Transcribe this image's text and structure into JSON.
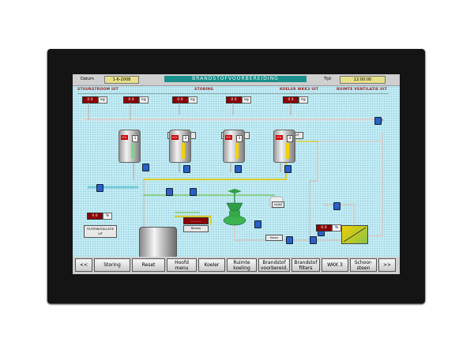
{
  "header": {
    "date_label": "Datum",
    "date_value": "1-6-2008",
    "title": "BRANDSTOFVOORBEREIDING",
    "time_label": "Tijd",
    "time_value": "12:00:00"
  },
  "sections": {
    "left": "STUURSTROOM UIT",
    "middle": "STORING",
    "right1": "KOELER WKK3 UIT",
    "right2": "RUIMTE VENTILATIE UIT"
  },
  "readouts": {
    "r1": {
      "value": "0.0",
      "unit": "kg"
    },
    "r2": {
      "value": "0.0",
      "unit": "kg"
    },
    "r3": {
      "value": "0.0",
      "unit": "kg"
    },
    "r4": {
      "value": "0.0",
      "unit": "kg"
    },
    "r5": {
      "value": "0.0",
      "unit": "kg"
    },
    "left_pct": {
      "value": "0.0",
      "unit": "%"
    },
    "right_pct": {
      "value": "0.0",
      "unit": "%"
    }
  },
  "plant_buttons": {
    "verwarm1": "VERWARM UIT",
    "verwarm2": "VERWARM UIT",
    "verwarm3": "VERWARM UIT",
    "filterinstallatie_line1": "FILTERINSTALLATIE",
    "filterinstallatie_line2": "UIT",
    "niveau": "Niveau",
    "inhibitor": "inhibit",
    "dosering": "Ureum",
    "alarm_strip": "_ _ _ _ _"
  },
  "tanks": [
    {
      "vol": "VOL",
      "number": "1",
      "fill_color": "#77d98a"
    },
    {
      "vol": "VOL",
      "number": "2",
      "fill_color": "#f2d200"
    },
    {
      "vol": "VOL",
      "number": "3",
      "fill_color": "#f2d200"
    },
    {
      "vol": "VOL",
      "number": "4",
      "fill_color": "#f2d200"
    }
  ],
  "nav": {
    "prev": "<<",
    "storing": "Storing",
    "reset": "Reset",
    "hoofdmenu_1": "Hoofd",
    "hoofdmenu_2": "menu",
    "koeler": "Koeler",
    "ruimte_1": "Ruimte",
    "ruimte_2": "koeling",
    "brandstof_1": "Brandstof",
    "brandstof_2": "voorbereid.",
    "filters_1": "Brandstof",
    "filters_2": "filters",
    "wkk": "WKK 3",
    "schoor_1": "Schoor-",
    "schoor_2": "steen",
    "next": ">>"
  },
  "colors": {
    "accent_teal": "#1b8f8a",
    "alarm_red": "#8b0000",
    "pipe_yellow": "#d8cf34",
    "pipe_green": "#8fd28f",
    "pump_blue": "#2b5fc9"
  }
}
